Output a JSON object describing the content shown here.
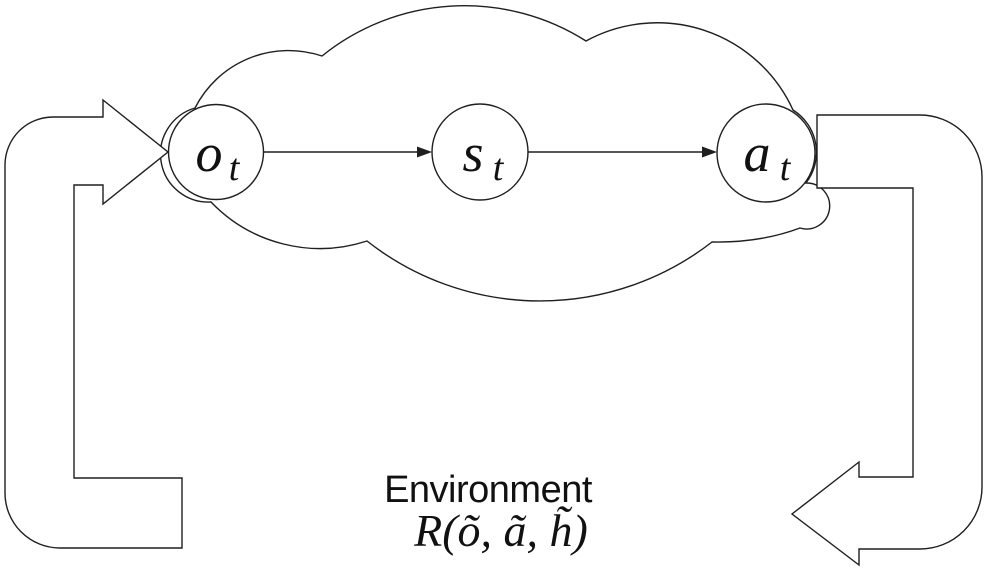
{
  "diagram": {
    "type": "agent-environment-loop",
    "nodes": [
      {
        "id": "observation",
        "symbol": "o",
        "subscript": "t"
      },
      {
        "id": "state",
        "symbol": "s",
        "subscript": "t"
      },
      {
        "id": "action",
        "symbol": "a",
        "subscript": "t"
      }
    ],
    "edges": [
      {
        "from": "observation",
        "to": "state"
      },
      {
        "from": "state",
        "to": "action"
      }
    ],
    "environment": {
      "label": "Environment",
      "reward_function": "R(õ, ã, h̃)"
    },
    "colors": {
      "stroke": "#1f1f1f",
      "fill": "#ffffff",
      "background": "#ffffff"
    }
  }
}
